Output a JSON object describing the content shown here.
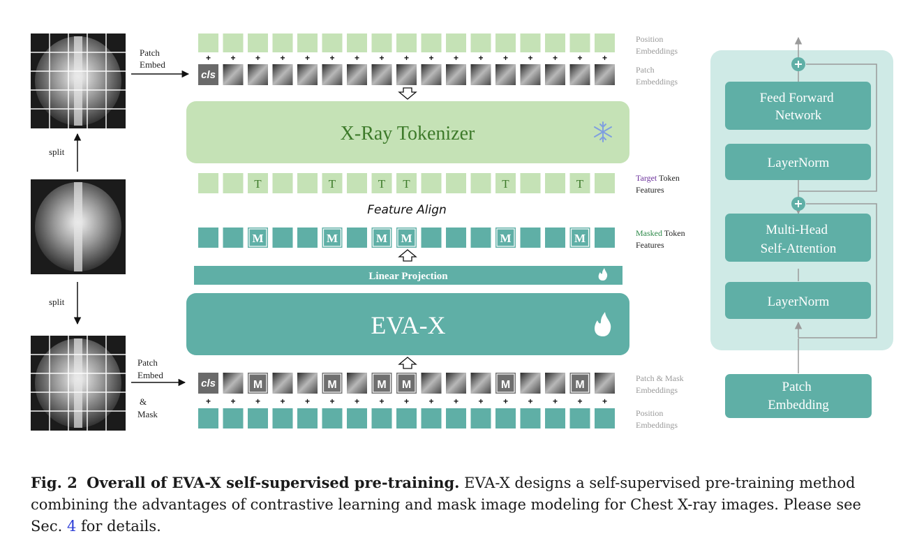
{
  "figure": {
    "patch_embed_top": "Patch\nEmbed",
    "patch_embed_bottom": "Patch\nEmbed",
    "mask_amp": "&",
    "mask_label": "Mask",
    "split_top": "split",
    "split_bottom": "split",
    "tokenizer_title": "X-Ray Tokenizer",
    "feature_align": "Feature Align",
    "linear_projection": "Linear Projection",
    "model_title": "EVA-X",
    "cls": "cls",
    "target_token_letter": "T",
    "mask_token_letter": "M",
    "plus": "+",
    "right_labels": {
      "position_top": "Position\nEmbeddings",
      "patch_top": "Patch\nEmbeddings",
      "target_word": "Target",
      "target_rest": " Token",
      "target_line2": "Features",
      "masked_word": "Masked",
      "masked_rest": " Token",
      "masked_line2": "Features",
      "patch_mask": "Patch & Mask\nEmbeddings",
      "position_bottom": "Position\nEmbeddings"
    },
    "block": {
      "ffn": "Feed Forward\nNetwork",
      "layernorm_top": "LayerNorm",
      "mhsa": "Multi-Head\nSelf-Attention",
      "layernorm_bottom": "LayerNorm",
      "patch_embedding": "Patch\nEmbedding"
    },
    "target_positions": [
      2,
      5,
      7,
      8,
      12,
      15
    ],
    "mask_positions": [
      2,
      5,
      7,
      8,
      12,
      15
    ],
    "token_count": 17,
    "colors": {
      "light_green": "#c5e2b6",
      "teal": "#5fafa6",
      "teal_panel": "#cfeae6",
      "dark_green_text": "#3d7a2a",
      "purple_target": "#6a2f9a",
      "green_masked": "#2e8a4a"
    }
  },
  "caption": {
    "label": "Fig. 2",
    "bold_title": "Overall of EVA-X self-supervised pre-training.",
    "text_before_ref": " EVA-X designs a self-supervised pre-training method combining the advantages of contrastive learning and mask image modeling for Chest X-ray images. Please see Sec. ",
    "ref": "4",
    "text_after_ref": " for details."
  }
}
